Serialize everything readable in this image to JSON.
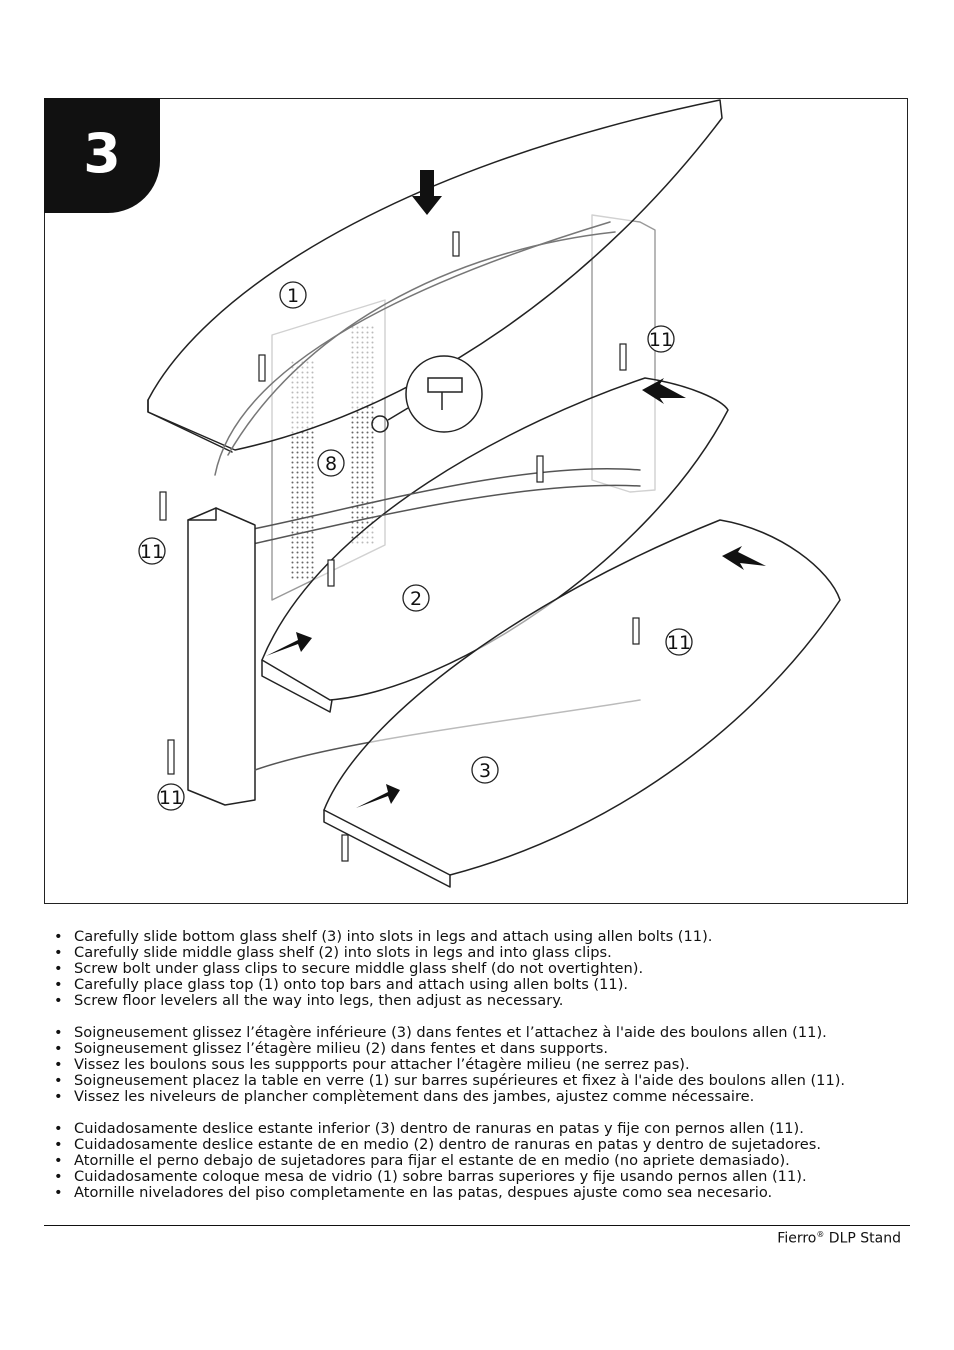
{
  "step": {
    "number": "3"
  },
  "callouts": {
    "glass_top": "1",
    "middle_shelf": "2",
    "bottom_shelf": "3",
    "glass_clip": "8",
    "allen_bolt": "11"
  },
  "instructions": {
    "english": [
      "Carefully slide bottom glass shelf (3) into slots in legs and attach using allen bolts (11).",
      "Carefully slide middle glass shelf (2) into slots in legs and into glass clips.",
      "Screw bolt under glass clips to secure middle glass shelf (do not overtighten).",
      "Carefully place glass top (1) onto top bars and attach using allen bolts (11).",
      "Screw floor levelers all the way into legs, then adjust as necessary."
    ],
    "french": [
      "Soigneusement glissez l’étagère inférieure (3) dans fentes et l’attachez à l'aide des boulons allen (11).",
      "Soigneusement glissez l’étagère milieu (2) dans fentes et dans supports.",
      "Vissez les boulons sous les suppports pour attacher l’étagère milieu (ne serrez pas).",
      "Soigneusement placez la table en verre (1) sur barres supérieures et fixez à l'aide des boulons allen (11).",
      "Vissez les niveleurs de plancher complètement dans des jambes, ajustez comme nécessaire."
    ],
    "spanish": [
      "Cuidadosamente deslice estante inferior (3) dentro de ranuras en patas y fije con pernos allen (11).",
      "Cuidadosamente deslice estante de en medio (2) dentro de ranuras en patas y dentro de sujetadores.",
      "Atornille el perno debajo de sujetadores para fijar el estante de en medio (no apriete demasiado).",
      "Cuidadosamente coloque mesa de vidrio (1) sobre barras superiores y fije usando pernos allen (11).",
      "Atornille niveladores del piso completamente en las patas, despues ajuste como sea necesario."
    ]
  },
  "footer": {
    "product": "Fierro",
    "trademark": "®",
    "suffix": " DLP Stand"
  }
}
